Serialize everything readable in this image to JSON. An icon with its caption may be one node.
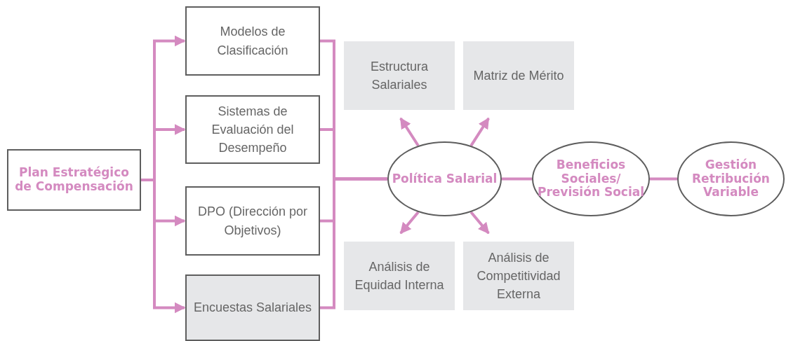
{
  "diagram": {
    "nodes": [
      {
        "text": [
          "Plan Estratégico de Compensación"
        ]
      },
      {
        "text": [
          "Modelos de Clasificación"
        ]
      },
      {
        "text": [
          "Sistemas de Evaluación del Desempeño"
        ]
      },
      {
        "text": [
          "DPO (Dirección por Objetivos)"
        ]
      },
      {
        "text": [
          "Encuestas Salariales"
        ]
      },
      {
        "text": [
          "Estructura Salariales"
        ]
      },
      {
        "text": [
          "Matriz de Mérito"
        ]
      },
      {
        "text": [
          "Política Salarial"
        ]
      },
      {
        "text": [
          "Beneficios Sociales/ Previsión Social"
        ]
      },
      {
        "text": [
          "Gestión Retribución Variable"
        ]
      },
      {
        "text": [
          "Análisis de Equidad Interna"
        ]
      },
      {
        "text": [
          "Análisis de Competitividad Externa"
        ]
      }
    ],
    "edges": [
      {
        "from": 0,
        "to": 1,
        "arrow": "to"
      },
      {
        "from": 0,
        "to": 2,
        "arrow": "to"
      },
      {
        "from": 0,
        "to": 3,
        "arrow": "to"
      },
      {
        "from": 0,
        "to": 4,
        "arrow": "to"
      },
      {
        "from": 1,
        "to": 7,
        "arrow": "none"
      },
      {
        "from": 2,
        "to": 7,
        "arrow": "none"
      },
      {
        "from": 3,
        "to": 7,
        "arrow": "none"
      },
      {
        "from": 4,
        "to": 7,
        "arrow": "none"
      },
      {
        "from": 7,
        "to": 5,
        "arrow": "to"
      },
      {
        "from": 7,
        "to": 6,
        "arrow": "to"
      },
      {
        "from": 7,
        "to": 10,
        "arrow": "to"
      },
      {
        "from": 7,
        "to": 11,
        "arrow": "to"
      },
      {
        "from": 7,
        "to": 8,
        "arrow": "none"
      },
      {
        "from": 8,
        "to": 9,
        "arrow": "none"
      }
    ]
  }
}
